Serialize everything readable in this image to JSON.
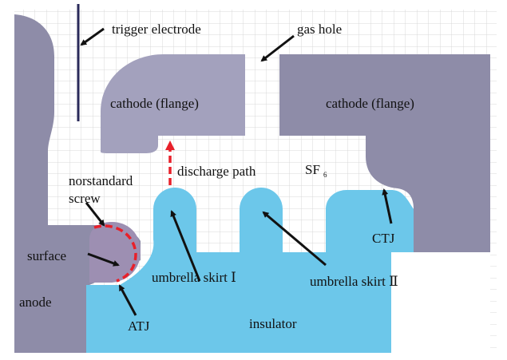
{
  "labels": {
    "trigger_electrode": "trigger electrode",
    "gas_hole": "gas hole",
    "cathode_left": "cathode (flange)",
    "cathode_right": "cathode (flange)",
    "discharge_path": "discharge path",
    "sf6_main": "SF",
    "sf6_sub": "6",
    "nonstandard_screw_line1": "norstandard",
    "nonstandard_screw_line2": "screw",
    "surface": "surface",
    "anode": "anode",
    "atj": "ATJ",
    "umbrella_skirt_1": "umbrella skirt  Ⅰ",
    "umbrella_skirt_2": "umbrella skirt  Ⅱ",
    "ctj": "CTJ",
    "insulator": "insulator"
  },
  "colors": {
    "electrode": "#8e8ca8",
    "electrode_light": "#a3a1bd",
    "insulator": "#6cc7ea",
    "trigger": "#2a2a5a",
    "discharge_path": "#e8202a",
    "arrow": "#111111",
    "grid": "#d8d8d8"
  }
}
